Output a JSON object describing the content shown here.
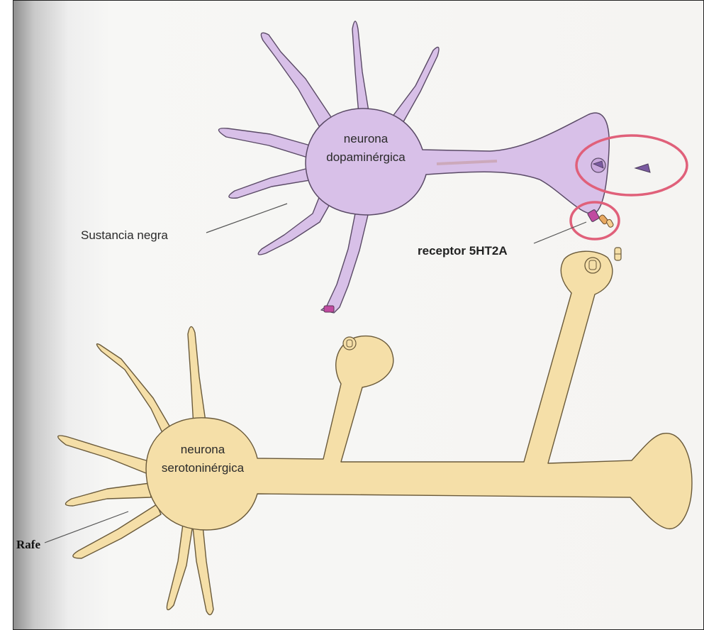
{
  "figure": {
    "dopaminergic_neuron_label_line1": "neurona",
    "dopaminergic_neuron_label_line2": "dopaminérgica",
    "serotonergic_neuron_label_line1": "neurona",
    "serotonergic_neuron_label_line2": "serotoninérgica",
    "substantia_nigra_label": "Sustancia negra",
    "receptor_label": "receptor 5HT2A",
    "raphe_label": "Rafe"
  },
  "colors": {
    "dopaminergic_neuron": "#d8c0e8",
    "dopaminergic_outline": "#5a4a66",
    "serotonergic_neuron": "#f5dfa8",
    "serotonergic_outline": "#6a5a3a",
    "highlight_circle": "#e0607a",
    "receptor": "#c04aa0",
    "serotonin": "#e8a860"
  },
  "icons": {
    "vesicle": "vesicle-icon",
    "receptor": "receptor-icon",
    "serotonin_molecule": "serotonin-molecule-icon",
    "dopamine_molecule": "dopamine-molecule-icon"
  }
}
